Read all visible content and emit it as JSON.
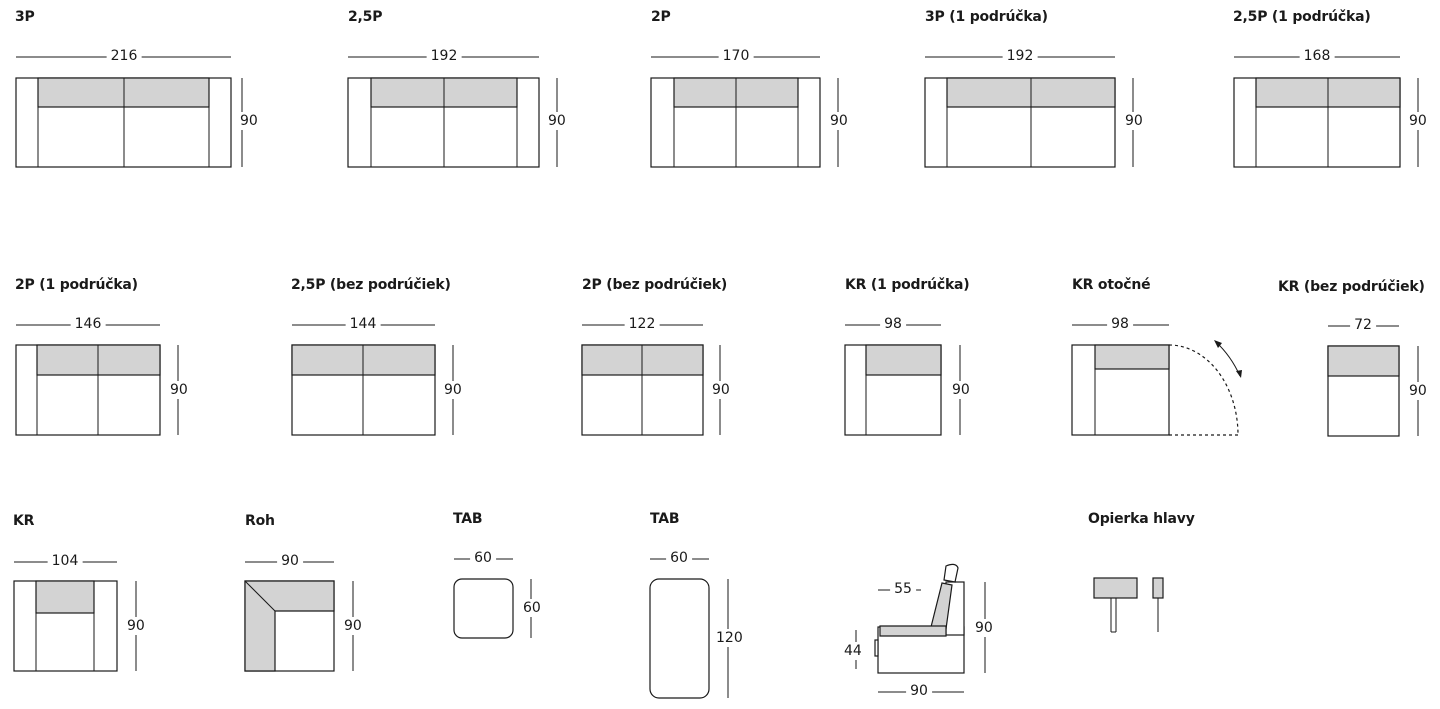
{
  "modules": [
    {
      "id": "3p",
      "title": "3P",
      "width": "216",
      "depth": "90"
    },
    {
      "id": "2-5p",
      "title": "2,5P",
      "width": "192",
      "depth": "90"
    },
    {
      "id": "2p",
      "title": "2P",
      "width": "170",
      "depth": "90"
    },
    {
      "id": "3p-1",
      "title": "3P (1 podrúčka)",
      "width": "192",
      "depth": "90"
    },
    {
      "id": "2-5p-1",
      "title": "2,5P (1 podrúčka)",
      "width": "168",
      "depth": "90"
    },
    {
      "id": "2p-1",
      "title": "2P (1 podrúčka)",
      "width": "146",
      "depth": "90"
    },
    {
      "id": "2-5p-bez",
      "title": "2,5P (bez podrúčiek)",
      "width": "144",
      "depth": "90"
    },
    {
      "id": "2p-bez",
      "title": "2P (bez podrúčiek)",
      "width": "122",
      "depth": "90"
    },
    {
      "id": "kr-1",
      "title": "KR (1 podrúčka)",
      "width": "98",
      "depth": "90"
    },
    {
      "id": "kr-otocne",
      "title": "KR otočné",
      "width": "98",
      "depth": ""
    },
    {
      "id": "kr-bez",
      "title": "KR (bez podrúčiek)",
      "width": "72",
      "depth": "90"
    },
    {
      "id": "kr",
      "title": "KR",
      "width": "104",
      "depth": "90"
    },
    {
      "id": "roh",
      "title": "Roh",
      "width": "90",
      "depth": "90"
    },
    {
      "id": "tab-1",
      "title": "TAB",
      "width": "60",
      "depth": "60"
    },
    {
      "id": "tab-2",
      "title": "TAB",
      "width": "60",
      "depth": "120"
    }
  ],
  "side_view": {
    "seat_depth": "55",
    "seat_height": "44",
    "total_height": "90",
    "total_depth": "90"
  },
  "headrest": {
    "title": "Opierka hlavy"
  },
  "colors": {
    "line": "#1a1a1a",
    "cushion": "#d3d3d3",
    "background": "#ffffff"
  },
  "icons": [
    "rotation-arrow-icon"
  ]
}
